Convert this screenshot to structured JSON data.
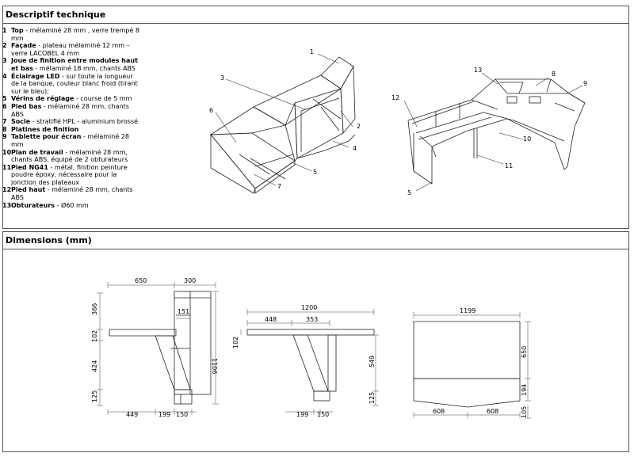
{
  "technical": {
    "title": "Descriptif technique",
    "items": [
      {
        "num": "1",
        "term": "Top",
        "desc": " - mélaminé 28 mm , verre trempé 8 mm"
      },
      {
        "num": "2",
        "term": "Façade",
        "desc": " - plateau mélaminé 12 mm – verre LACOBEL 4 mm"
      },
      {
        "num": "3",
        "term": "Joue de finition entre modules haut et bas",
        "desc": " - mélaminé 18 mm, chants ABS"
      },
      {
        "num": "4",
        "term": "Éclairage LED",
        "desc": " - sur toute la longueur de la banque, couleur blanc froid (tirant sur le bleu);"
      },
      {
        "num": "5",
        "term": "Vérins de réglage",
        "desc": " - course de 5 mm"
      },
      {
        "num": "6",
        "term": "Pied bas",
        "desc": " - mélaminé 28 mm, chants ABS"
      },
      {
        "num": "7",
        "term": "Socle",
        "desc": " - stratifié HPL - aluminium brossé"
      },
      {
        "num": "8",
        "term": "Platines de finition",
        "desc": ""
      },
      {
        "num": "9",
        "term": "Tablette pour écran",
        "desc": " - mélaminé 28 mm"
      },
      {
        "num": "10",
        "term": "Plan de travail",
        "desc": " - mélaminé 28 mm, chants ABS, équipé de 2 obturateurs"
      },
      {
        "num": "11",
        "term": "Pied NG41",
        "desc": " - métal, finition peinture poudre époxy, nécessaire pour la jonction des plateaux"
      },
      {
        "num": "12",
        "term": "Pied haut",
        "desc": " - mélaminé 28 mm, chants ABS"
      },
      {
        "num": "13",
        "term": "Obturateurs",
        "desc": " - Ø60 mm"
      }
    ],
    "callouts_left": [
      "1",
      "3",
      "6",
      "2",
      "4",
      "5",
      "7"
    ],
    "callouts_right": [
      "13",
      "8",
      "9",
      "12",
      "10",
      "11",
      "5"
    ]
  },
  "dimensions": {
    "title": "Dimensions (mm)",
    "side_view": {
      "top_width_a": "650",
      "top_width_b": "300",
      "h_upper": "366",
      "h_top": "102",
      "h_mid": "424",
      "h_base": "125",
      "h_total": "1106",
      "inner_w": "151",
      "base_a": "449",
      "base_b": "199",
      "base_c": "150"
    },
    "front_view": {
      "total": "1200",
      "offset_a": "448",
      "offset_b": "353",
      "thickness": "102",
      "height": "549",
      "base": "125",
      "foot_a": "199",
      "foot_b": "150"
    },
    "top_view": {
      "width": "1199",
      "depth": "650",
      "front_depth": "194",
      "bottom": "105",
      "half_a": "608",
      "half_b": "608"
    }
  }
}
